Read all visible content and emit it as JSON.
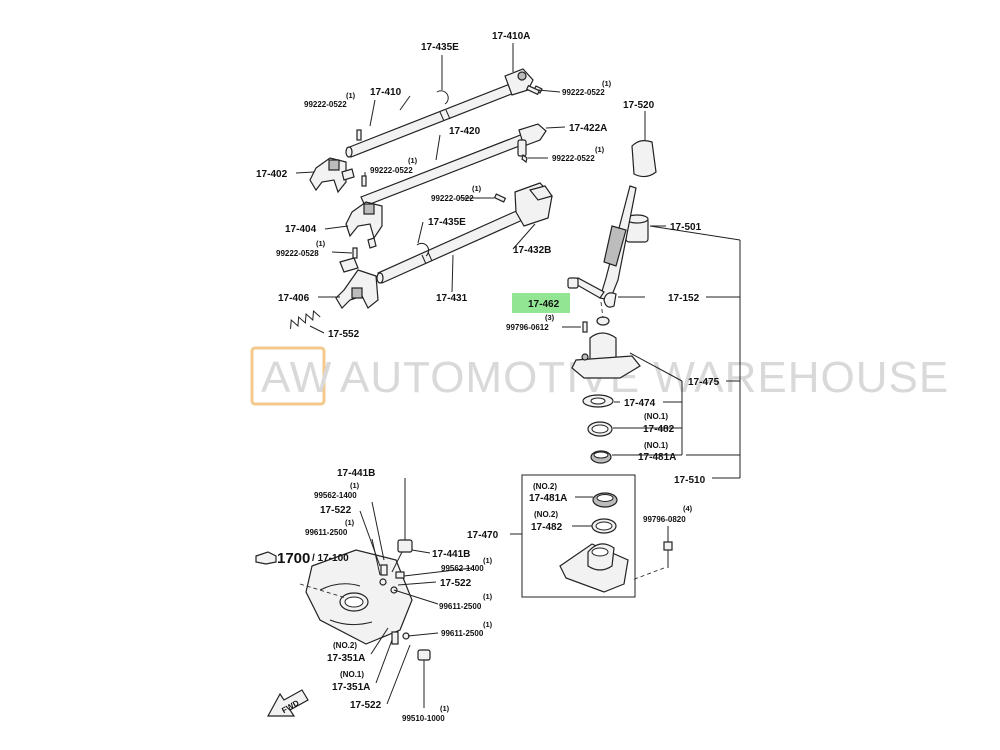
{
  "watermark": {
    "logo": "AW",
    "text": "AUTOMOTIVE WAREHOUSE",
    "logo_color": "#f4c98c"
  },
  "highlight_color": "#7fe07f",
  "labels": {
    "p17_435E_a": "17-435E",
    "p17_410A": "17-410A",
    "p17_410": "17-410",
    "q99222_0522_a": "(1)",
    "p99222_0522_a": "99222-0522",
    "q99222_0522_b": "(1)",
    "p99222_0522_b": "99222-0522",
    "p17_520": "17-520",
    "p17_420": "17-420",
    "p17_422A": "17-422A",
    "q99222_0522_c": "(1)",
    "p99222_0522_c": "99222-0522",
    "q99222_0522_d": "(1)",
    "p99222_0522_d": "99222-0522",
    "p17_402": "17-402",
    "q99222_0522_e": "(1)",
    "p99222_0522_e": "99222-0522",
    "p17_501": "17-501",
    "p17_404": "17-404",
    "p17_435E_b": "17-435E",
    "p17_432B": "17-432B",
    "q99222_0528": "(1)",
    "p99222_0528": "99222-0528",
    "p17_406": "17-406",
    "p17_431": "17-431",
    "p17_462": "17-462",
    "p17_152": "17-152",
    "q99796_0612": "(3)",
    "p99796_0612": "99796-0612",
    "p17_552": "17-552",
    "p17_475": "17-475",
    "p17_474": "17-474",
    "n17_482_a": "(NO.1)",
    "p17_482_a": "17-482",
    "n17_481A_a": "(NO.1)",
    "p17_481A_a": "17-481A",
    "p17_510": "17-510",
    "p17_441B_a": "17-441B",
    "q99562_1400_a": "(1)",
    "p99562_1400_a": "99562-1400",
    "n17_481A_b": "(NO.2)",
    "p17_481A_b": "17-481A",
    "p17_522_a": "17-522",
    "q99611_2500_a": "(1)",
    "p99611_2500_a": "99611-2500",
    "n17_482_b": "(NO.2)",
    "p17_482_b": "17-482",
    "q99796_0820": "(4)",
    "p99796_0820": "99796-0820",
    "p17_470": "17-470",
    "p17_441B_b": "17-441B",
    "ref_1700": "1700",
    "ref_17_100": "/ 17-100",
    "q99562_1400_b": "(1)",
    "p99562_1400_b": "99562-1400",
    "p17_522_b": "17-522",
    "q99611_2500_b": "(1)",
    "p99611_2500_b": "99611-2500",
    "q99611_2500_c": "(1)",
    "p99611_2500_c": "99611-2500",
    "n17_351A_a": "(NO.2)",
    "p17_351A_a": "17-351A",
    "n17_351A_b": "(NO.1)",
    "p17_351A_b": "17-351A",
    "p17_522_c": "17-522",
    "q99510_1000": "(1)",
    "p99510_1000": "99510-1000",
    "fwd": "FWD"
  }
}
